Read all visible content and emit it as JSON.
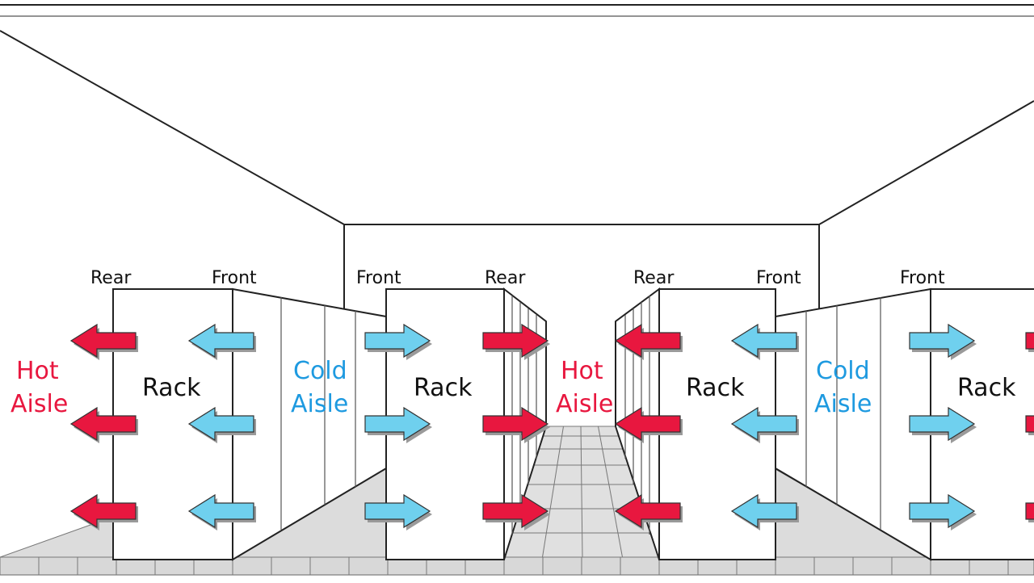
{
  "labels": {
    "rear": "Rear",
    "front": "Front",
    "rack": "Rack",
    "hot": "Hot",
    "cold": "Cold",
    "aisle": "Aisle"
  },
  "colors": {
    "hot": "#e8173f",
    "cold": "#1e9ae0",
    "hot_arrow": "#e8173f",
    "cold_arrow": "#6fd0ee",
    "floor": "#d8d8d8"
  },
  "icons": {
    "hot_arrow": "hot-air-arrow-icon",
    "cold_arrow": "cold-air-arrow-icon"
  }
}
